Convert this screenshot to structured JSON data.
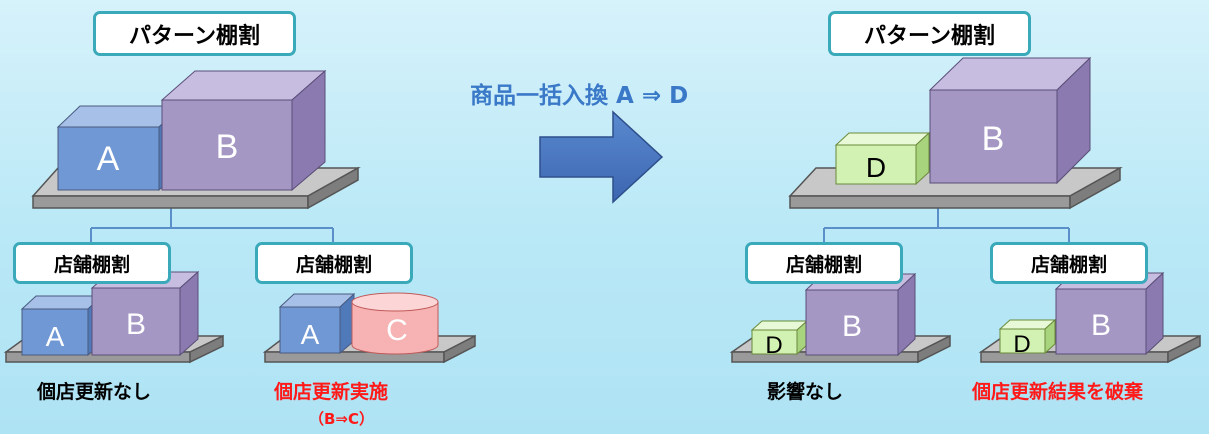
{
  "transition_title": "商品一括入換 A ⇒ D",
  "left": {
    "pattern_label": "パターン棚割",
    "pattern_boxes": [
      "A",
      "B"
    ],
    "stores": [
      {
        "label": "店舗棚割",
        "boxes": [
          "A",
          "B"
        ],
        "caption": "個店更新なし"
      },
      {
        "label": "店舗棚割",
        "boxes": [
          "A",
          "C"
        ],
        "caption": "個店更新実施",
        "subcaption": "（B⇒C）"
      }
    ]
  },
  "right": {
    "pattern_label": "パターン棚割",
    "pattern_boxes": [
      "D",
      "B"
    ],
    "stores": [
      {
        "label": "店舗棚割",
        "boxes": [
          "D",
          "B"
        ],
        "caption": "影響なし"
      },
      {
        "label": "店舗棚割",
        "boxes": [
          "D",
          "B"
        ],
        "caption": "個店更新結果を破棄"
      }
    ]
  },
  "colors": {
    "label_border": "#3aa9b9",
    "box_a": "#6f98d4",
    "box_b": "#a597c4",
    "box_c": "#f7b3b3",
    "box_d": "#d2f2b4",
    "arrow": "#4a79c4",
    "title_text": "#3a78c8",
    "highlight_text": "#ff1a1a"
  }
}
